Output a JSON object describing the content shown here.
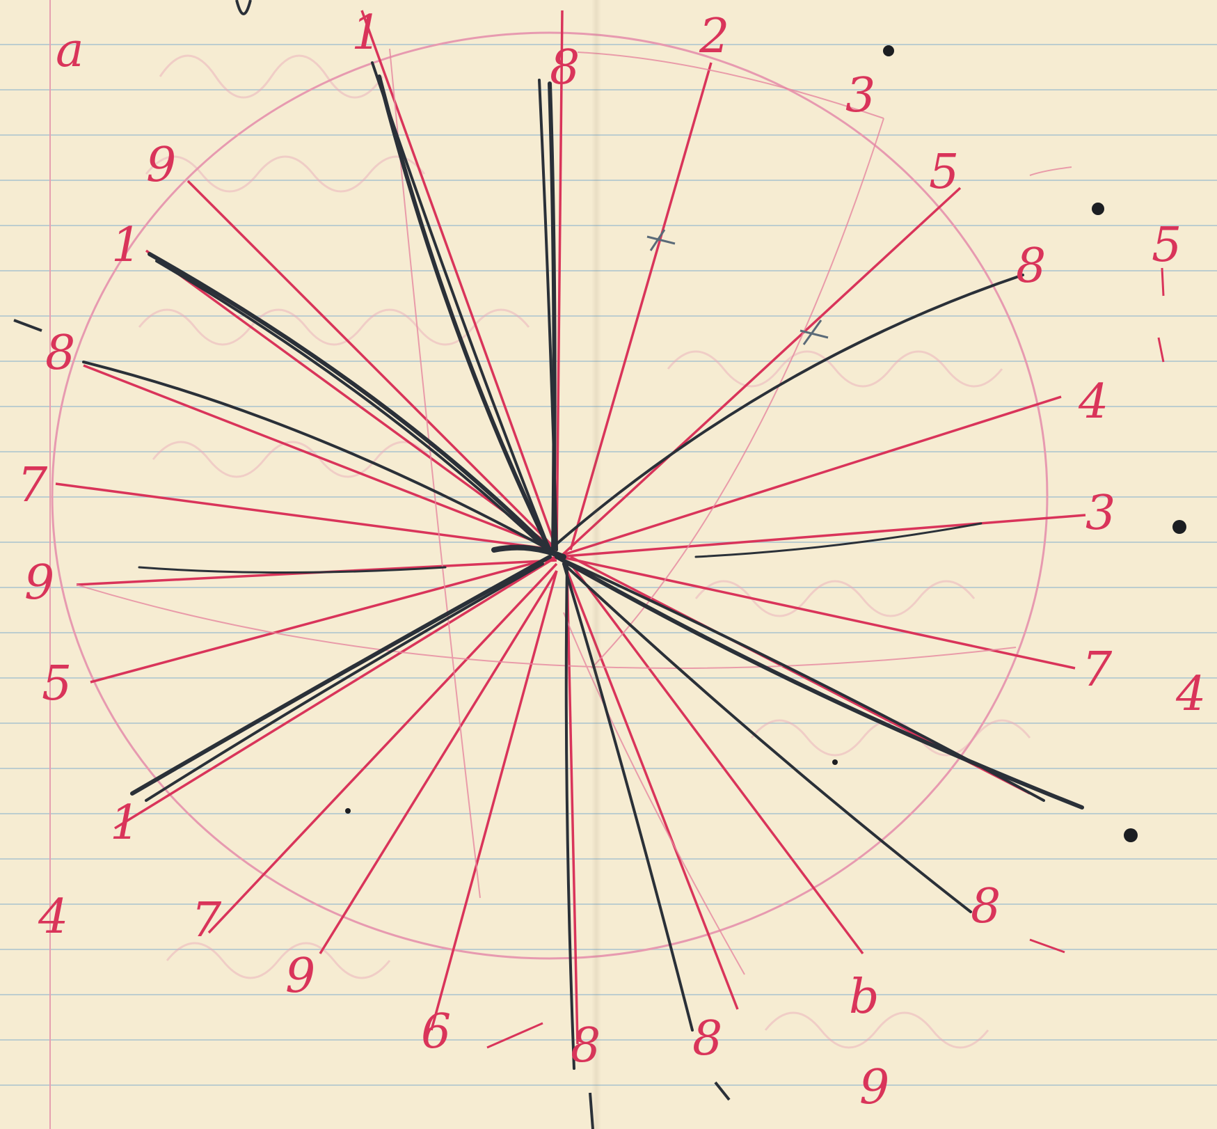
{
  "labels": {
    "a": "a",
    "rim_top_1": "1",
    "rim_top_8": "8",
    "rim_2": "2",
    "rim_3": "3",
    "rim_5": "5",
    "rim_8_right": "8",
    "rim_4_right": "4",
    "rim_3_right": "3",
    "rim_7_right": "7",
    "rim_8_lower_right": "8",
    "rim_b": "b",
    "rim_8_bottom_right": "8",
    "rim_8_bottom": "8",
    "rim_6_bottom": "6",
    "rim_9_bottom_left": "9",
    "rim_7_bottom_left": "7",
    "rim_1_lower_left": "1",
    "rim_5_left": "5",
    "rim_9_left": "9",
    "rim_7_left": "7",
    "rim_8_left": "8",
    "rim_1_upper_left": "1",
    "rim_9_upper_left": "9",
    "outer_5": "5",
    "outer_4": "4",
    "outer_4_left": "4",
    "outer_9_bottom": "9"
  },
  "colors": {
    "paper": "#f6ecd2",
    "rule_line": "#8cb4cd",
    "red_ink": "#d9345a",
    "black_ink": "#2a3038"
  }
}
